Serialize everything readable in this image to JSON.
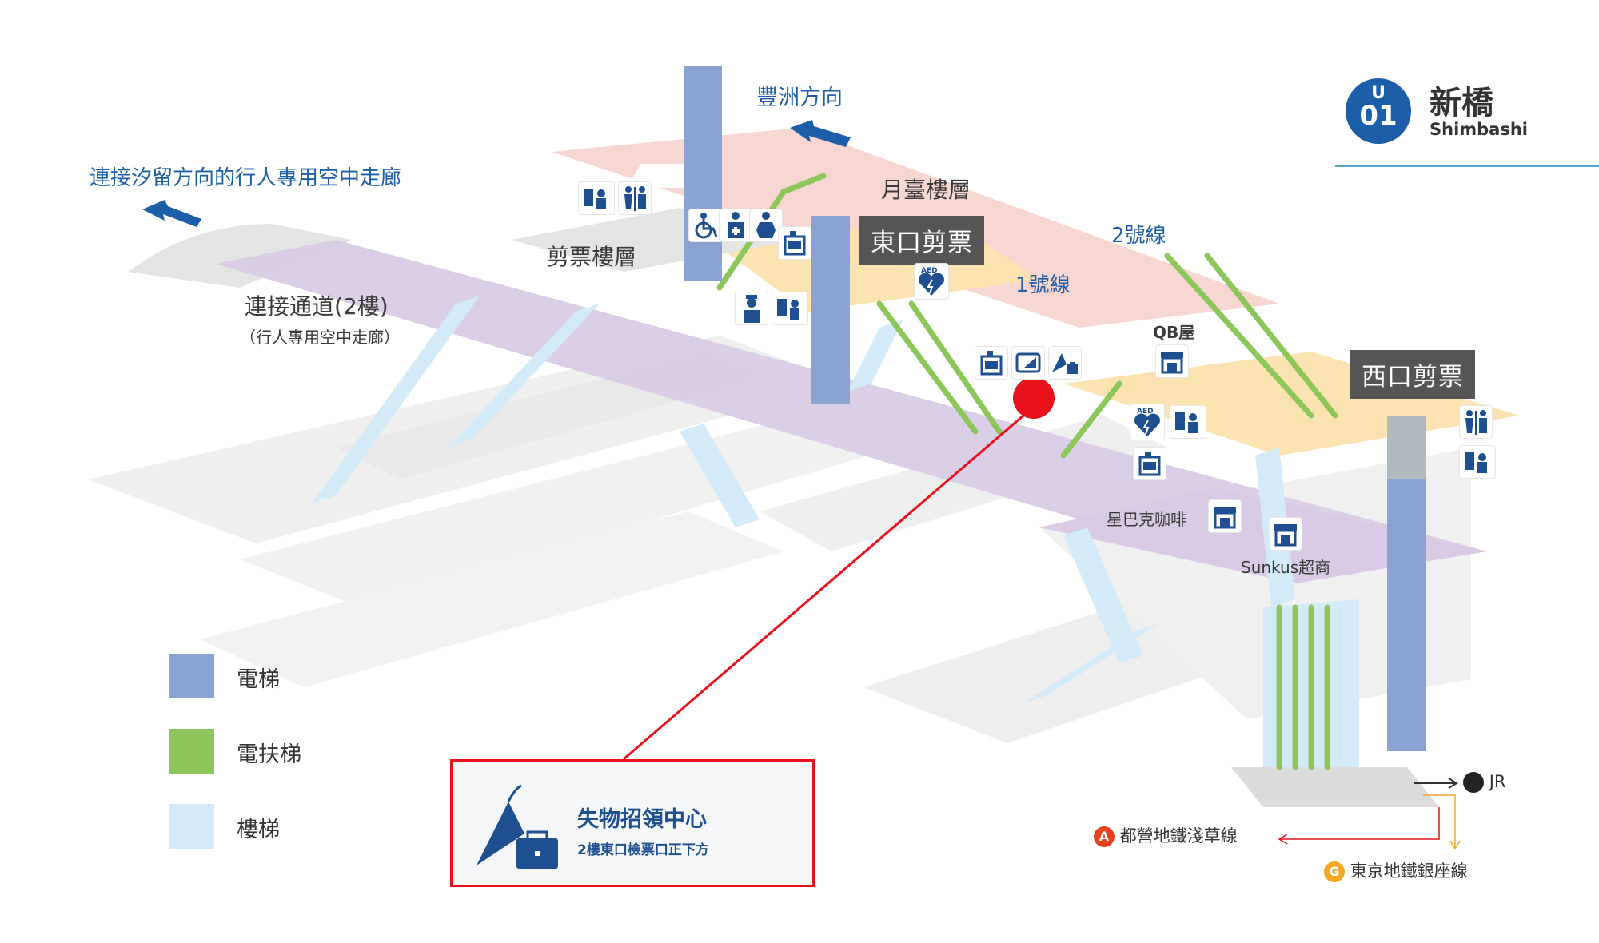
{
  "station": {
    "line_letter": "U",
    "number": "01",
    "name": "新橋",
    "name_en": "Shimbashi",
    "color": "#1d5ea8"
  },
  "labels": {
    "toyosu": "豐洲方向",
    "shiodome": "連接汐留方向的行人專用空中走廊",
    "platform_floor": "月臺樓層",
    "ticket_floor": "剪票樓層",
    "connect_passage": "連接通道(2樓)",
    "connect_passage_sub": "（行人專用空中走廊）",
    "east_gate": "東口剪票",
    "west_gate": "西口剪票",
    "track1": "1號線",
    "track2": "2號線",
    "qb": "QB屋",
    "starbucks": "星巴克咖啡",
    "sunkus": "Sunkus超商",
    "aed": "AED"
  },
  "legend": [
    {
      "label": "電梯",
      "color": "#8aa2d4"
    },
    {
      "label": "電扶梯",
      "color": "#8dc65a"
    },
    {
      "label": "樓梯",
      "color": "#d3ebf8"
    }
  ],
  "lost_found": {
    "title": "失物招領中心",
    "subtitle": "2樓東口檢票口正下方",
    "color": "#e8111c"
  },
  "connections": {
    "jr": "JR",
    "asakusa": "都營地鐵淺草線",
    "asakusa_letter": "A",
    "ginza": "東京地鐵銀座線",
    "ginza_letter": "G"
  },
  "colors": {
    "platform": "#f8d4d0",
    "ticket": "#fbe3ad",
    "passage": "#d9cbe6",
    "ground": "#eeeeee",
    "elevator": "#8aa2d4",
    "escalator": "#8dc65a",
    "stairs": "#d3ebf8",
    "navy": "#1d4f91"
  }
}
